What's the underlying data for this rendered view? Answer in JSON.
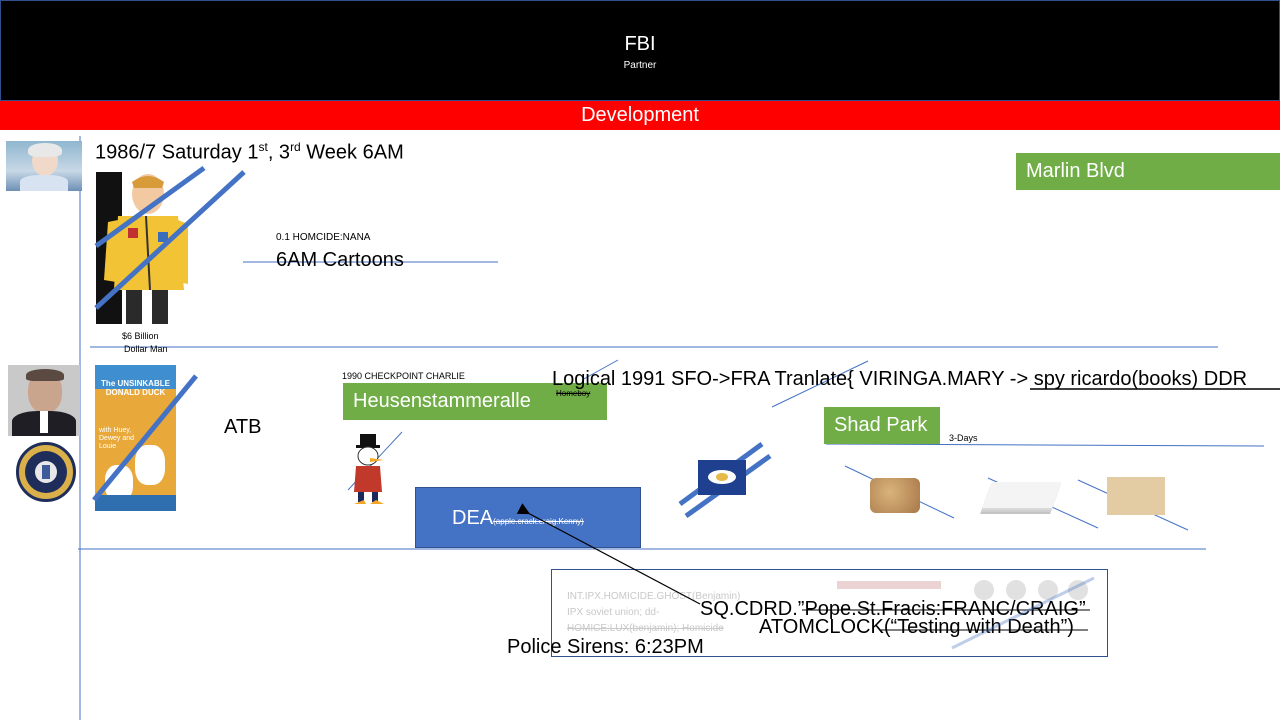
{
  "header": {
    "title": "FBI",
    "subtitle": "Partner"
  },
  "bar": {
    "label": "Development"
  },
  "row1": {
    "date_a": "1986/7 Saturday 1",
    "sup1": "st",
    "date_b": ", 3",
    "sup2": "rd",
    "date_c": " Week 6AM",
    "marlin": "Marlin Blvd",
    "homicide_label": "0.1 HOMCIDE:NANA",
    "cartoons": "6AM Cartoons",
    "billion_1": "$6 Billion",
    "billion_2": "Dollar Man"
  },
  "row2": {
    "checkpoint": "1990 CHECKPOINT CHARLIE",
    "heusen": "Heusenstammeralle",
    "homeboy": "Homeboy",
    "logical": "Logical 1991 SFO->FRA  Tranlate{ VIRINGA.MARY -> spy ricardo(books) DDR",
    "atb": "ATB",
    "shad": "Shad Park",
    "days": "3-Days",
    "dea": "DEA",
    "dea_sub": "(apple.crack.craig.Kenny)",
    "book_title": "The UNSINKABLE DONALD DUCK",
    "book_sub": "with Huey, Dewey and Louie"
  },
  "row3": {
    "line1": "INT.IPX.HOMICIDE.GHOST(Benjamin)",
    "line2": "IPX soviet union; dd-",
    "line3": "HOMICE:LUX(benjamin); Homicide",
    "sq": "SQ.CDRD.”Pope.St.Fracis:FRANC/CRAIG”",
    "atom": "ATOMCLOCK(“Testing with Death”)",
    "sirens": "Police Sirens: 6:23PM"
  },
  "colors": {
    "header_bg": "#000000",
    "bar_red": "#ff0000",
    "green": "#70ad47",
    "blue_box": "#4472c4",
    "line_blue": "#4472c4"
  }
}
